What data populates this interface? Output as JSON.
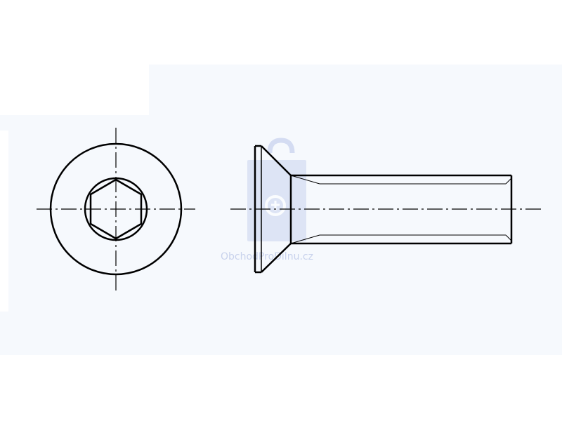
{
  "drawing": {
    "subject": "countersunk hex socket screw",
    "views": [
      "front-view",
      "side-view"
    ],
    "line_color": "#000000",
    "background_color": "#f6f9fd"
  },
  "watermark": {
    "text": "ObchodProDilnu.cz",
    "color": "#c8d2ec",
    "logo": "padlock-bag-logo"
  }
}
